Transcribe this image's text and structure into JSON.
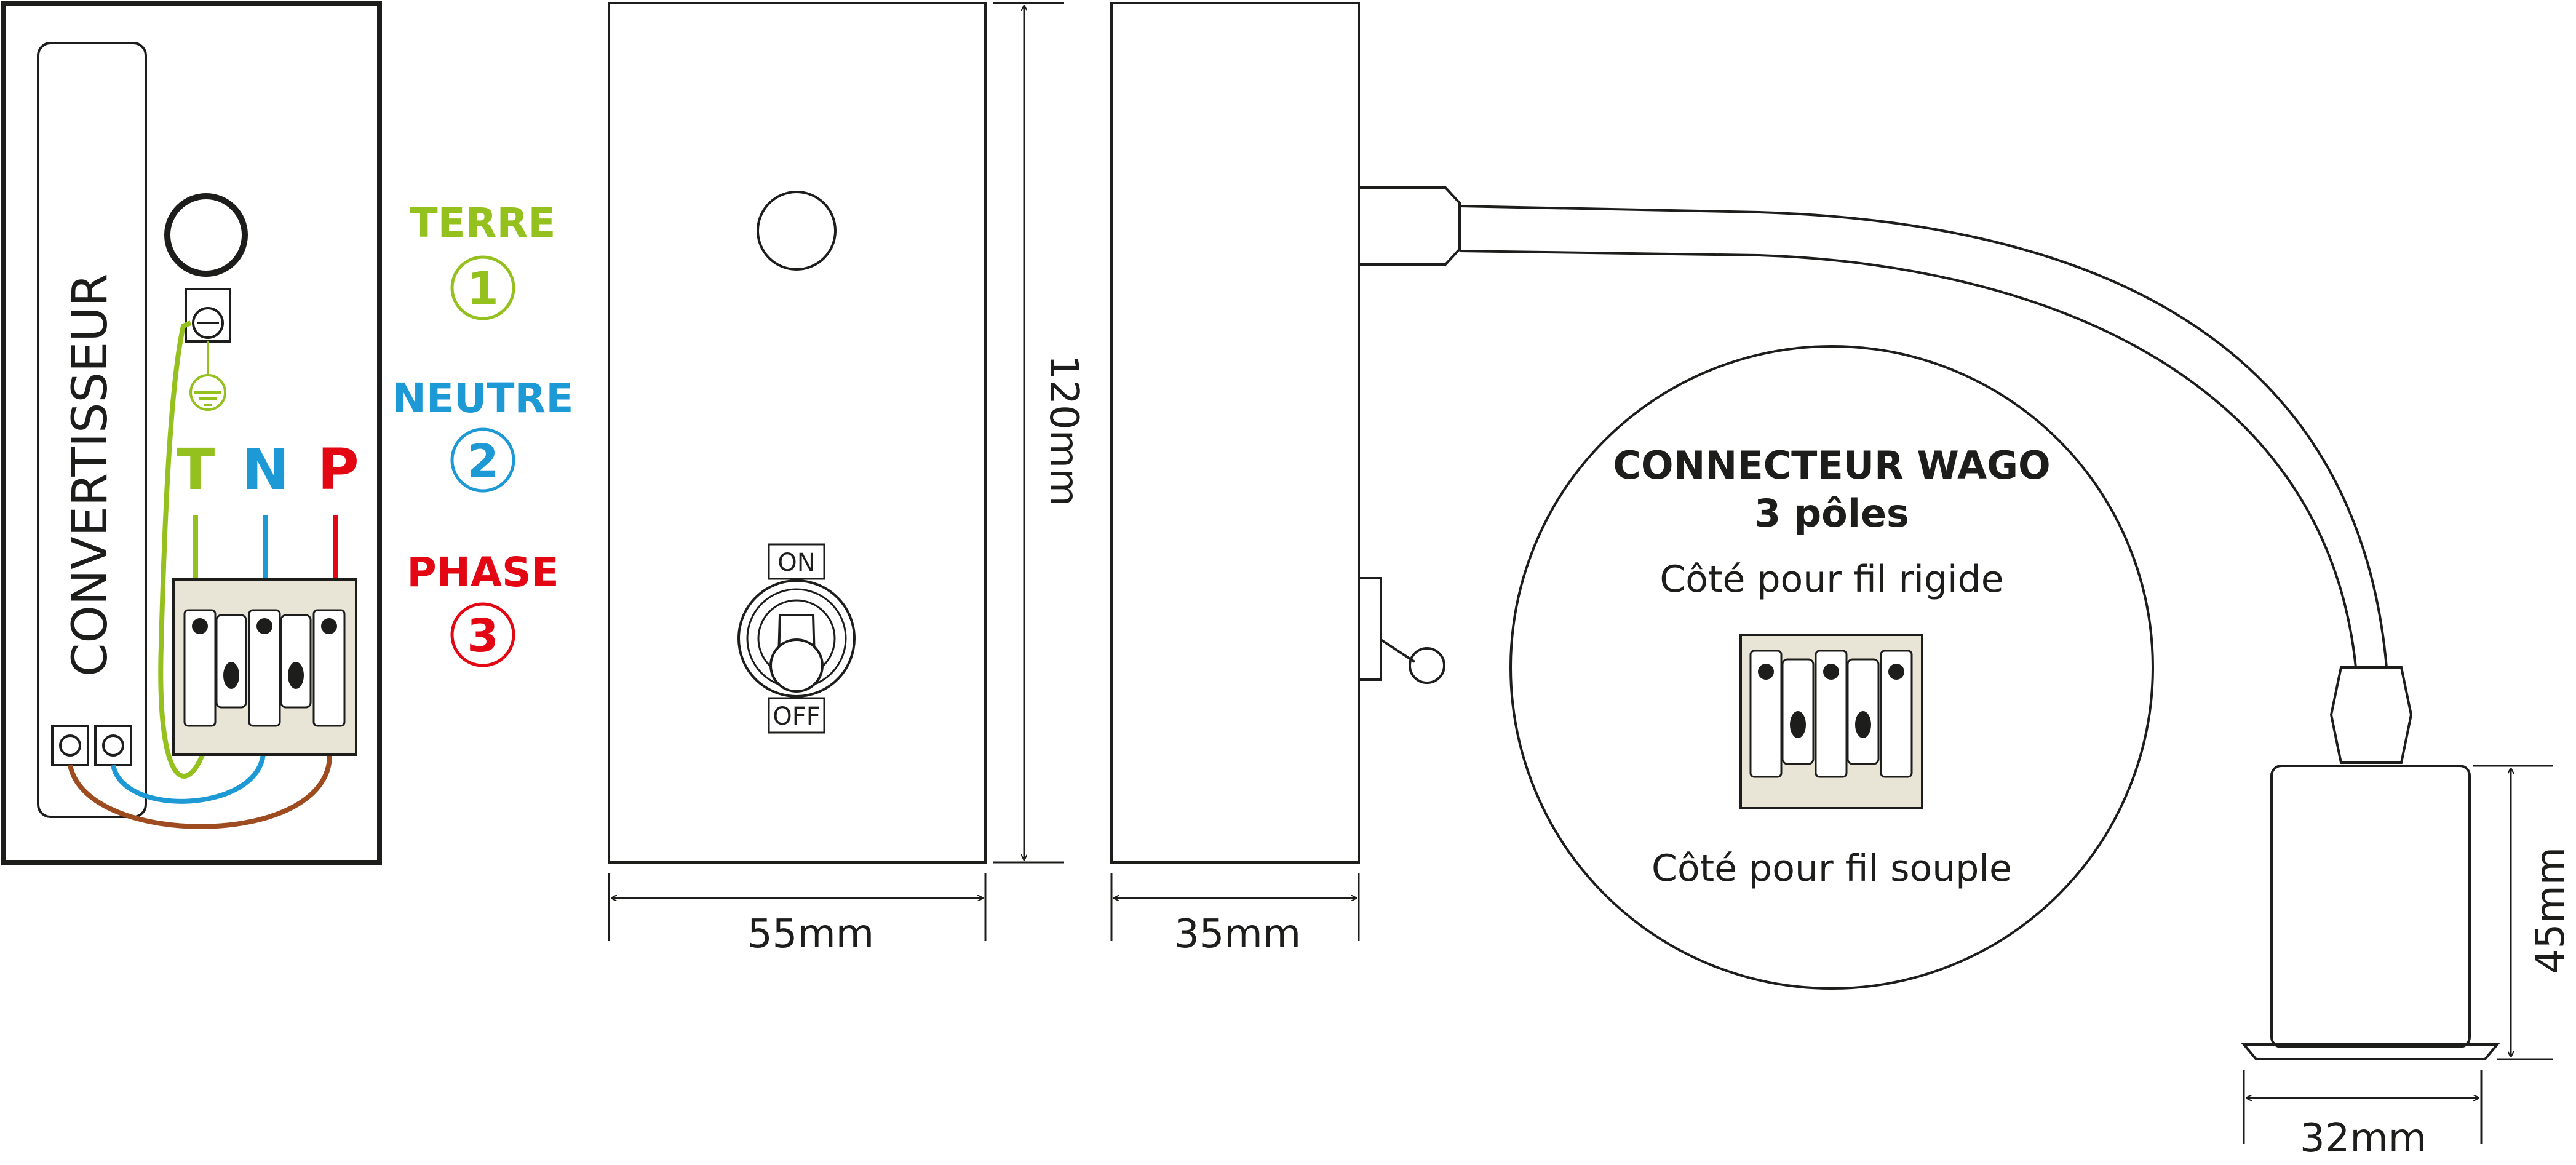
{
  "colors": {
    "earth": "#95c11f",
    "neutral": "#1d9ad6",
    "phase": "#e30613",
    "brown": "#9d4b1f",
    "ink": "#1d1d1b",
    "connector_fill": "#e8e4d6"
  },
  "wiring": {
    "converter_label": "CONVERTISSEUR",
    "terminal_letters": {
      "t": "T",
      "n": "N",
      "p": "P"
    }
  },
  "legend": {
    "items": [
      {
        "label": "TERRE",
        "number": "1"
      },
      {
        "label": "NEUTRE",
        "number": "2"
      },
      {
        "label": "PHASE",
        "number": "3"
      }
    ]
  },
  "front_view": {
    "switch_on": "ON",
    "switch_off": "OFF",
    "width_label": "55mm",
    "height_label": "120mm"
  },
  "side_view": {
    "width_label": "35mm"
  },
  "wago": {
    "title_line1": "CONNECTEUR WAGO",
    "title_line2": "3 pôles",
    "rigid_side": "Côté pour fil rigide",
    "flexible_side": "Côté pour fil souple"
  },
  "lamp_head": {
    "height_label": "45mm",
    "width_label": "32mm"
  }
}
